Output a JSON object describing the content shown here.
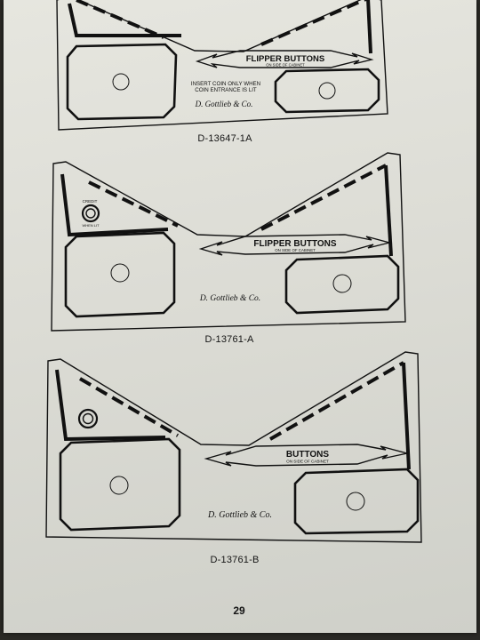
{
  "page_number": "29",
  "cards": [
    {
      "part_number": "D-13647-1A",
      "banner_title": "FLIPPER BUTTONS",
      "banner_subtitle": "ON SIDE OF CABINET",
      "notice_line1": "INSERT COIN ONLY WHEN",
      "notice_line2": "COIN ENTRANCE IS LIT",
      "signature": "D. Gottlieb & Co."
    },
    {
      "part_number": "D-13761-A",
      "banner_title": "FLIPPER BUTTONS",
      "banner_subtitle": "ON SIDE OF CABINET",
      "signature": "D. Gottlieb & Co.",
      "credit_label_top": "CREDIT",
      "credit_label_bottom": "WHEN LIT"
    },
    {
      "part_number": "D-13761-B",
      "banner_title": "BUTTONS",
      "banner_subtitle": "ON SIDE OF CABINET",
      "signature": "D. Gottlieb & Co."
    }
  ]
}
